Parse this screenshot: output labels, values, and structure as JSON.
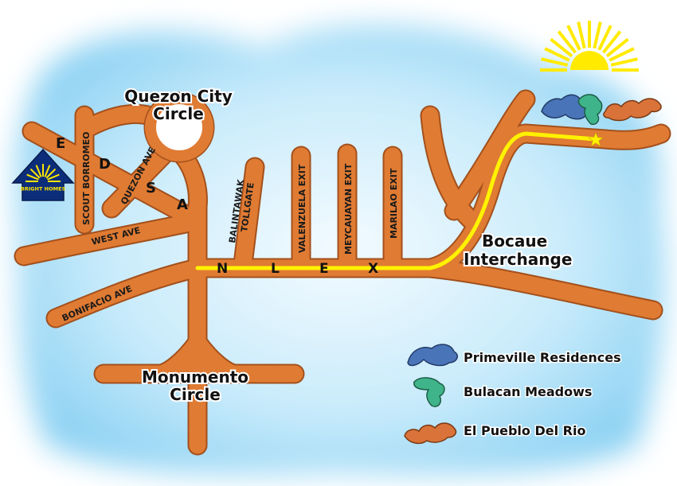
{
  "colors": {
    "road": "#e07b33",
    "road_outline": "#a3501c",
    "route": "#fff200",
    "sky_light": "#eaf7fd",
    "sky_blue": "#8fd2f3",
    "sun": "#ffea00",
    "primeville": "#4a74b8",
    "bulacan_meadows": "#3fb38a",
    "el_pueblo": "#d9733a"
  },
  "places": {
    "quezon_line1": "Quezon City",
    "quezon_line2": "Circle",
    "monumento_line1": "Monumento",
    "monumento_line2": "Circle",
    "bocaue_line1": "Bocaue",
    "bocaue_line2": "Interchange"
  },
  "roads": {
    "scout_borromeo": "SCOUT BORROMEO",
    "quezon_ave": "QUEZON AVE",
    "west_ave": "WEST AVE",
    "bonifacio_ave": "BONIFACIO AVE",
    "balintawak_1": "BALINTAWAK",
    "balintawak_2": "TOLLGATE",
    "valenzuela": "VALENZUELA EXIT",
    "meycauayan": "MEYCAUAYAN EXIT",
    "marilao": "MARILAO EXIT",
    "edsa": [
      "E",
      "D",
      "S",
      "A"
    ],
    "nlex": [
      "N",
      "L",
      "E",
      "X"
    ]
  },
  "logo": {
    "text": "BRIGHT HOMES"
  },
  "legend": [
    {
      "label": "Primeville Residences",
      "icon": "primeville-blob-icon",
      "color": "#4a74b8"
    },
    {
      "label": "Bulacan Meadows",
      "icon": "meadows-blob-icon",
      "color": "#3fb38a"
    },
    {
      "label": "El Pueblo Del Rio",
      "icon": "pueblo-blob-icon",
      "color": "#d9733a"
    }
  ]
}
